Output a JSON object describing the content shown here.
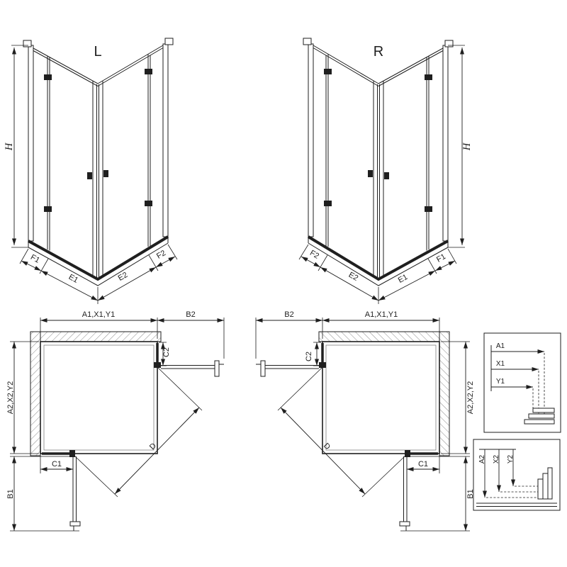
{
  "colors": {
    "line": "#1f1f1f",
    "background": "#ffffff",
    "hatch": "#8a8a8a"
  },
  "front_views": {
    "left": {
      "label": "L",
      "height": "H",
      "dims": [
        "F1",
        "E1",
        "E2",
        "F2"
      ]
    },
    "right": {
      "label": "R",
      "height": "H",
      "dims": [
        "F2",
        "E2",
        "E1",
        "F1"
      ]
    }
  },
  "plan_views": {
    "left": {
      "width_top": "A1,X1,Y1",
      "door_top": "B2",
      "fixed_side": "C2",
      "depth_side": "A2,X2,Y2",
      "diagonal": "D",
      "fixed_bottom": "C1",
      "door_bottom": "B1"
    },
    "right": {
      "width_top": "A1,X1,Y1",
      "door_top": "B2",
      "fixed_side": "C2",
      "depth_side": "A2,X2,Y2",
      "diagonal": "D",
      "fixed_bottom": "C1",
      "door_bottom": "B1"
    }
  },
  "details": {
    "widths": {
      "labels": [
        "A1",
        "X1",
        "Y1"
      ]
    },
    "depths": {
      "labels": [
        "A2",
        "X2",
        "Y2"
      ]
    }
  }
}
